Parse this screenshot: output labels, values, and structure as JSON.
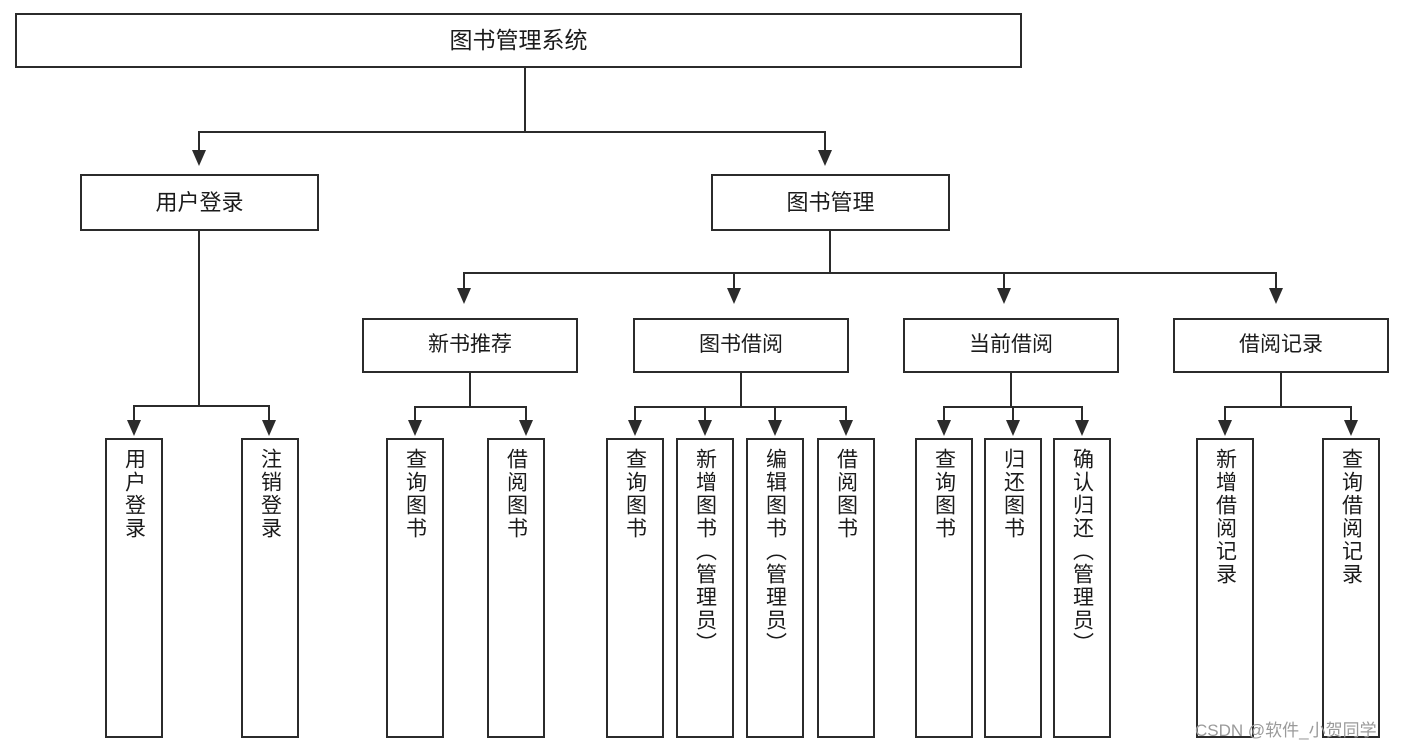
{
  "diagram": {
    "title": "图书管理系统",
    "type": "hierarchy-tree",
    "nodes": {
      "root": {
        "label": "图书管理系统"
      },
      "level2": [
        {
          "id": "user-login",
          "label": "用户登录"
        },
        {
          "id": "book-manage",
          "label": "图书管理"
        }
      ],
      "level3": [
        {
          "id": "new-book-recommend",
          "label": "新书推荐"
        },
        {
          "id": "book-borrow",
          "label": "图书借阅"
        },
        {
          "id": "current-borrow",
          "label": "当前借阅"
        },
        {
          "id": "borrow-record",
          "label": "借阅记录"
        }
      ],
      "leaves": [
        {
          "id": "leaf-user-login",
          "label": "用户登录",
          "parent": "user-login"
        },
        {
          "id": "leaf-logout",
          "label": "注销登录",
          "parent": "user-login"
        },
        {
          "id": "leaf-query-book-1",
          "label": "查询图书",
          "parent": "new-book-recommend"
        },
        {
          "id": "leaf-borrow-book-1",
          "label": "借阅图书",
          "parent": "new-book-recommend"
        },
        {
          "id": "leaf-query-book-2",
          "label": "查询图书",
          "parent": "book-borrow"
        },
        {
          "id": "leaf-add-book",
          "label": "新增图书（管理员）",
          "parent": "book-borrow"
        },
        {
          "id": "leaf-edit-book",
          "label": "编辑图书（管理员）",
          "parent": "book-borrow"
        },
        {
          "id": "leaf-borrow-book-2",
          "label": "借阅图书",
          "parent": "book-borrow"
        },
        {
          "id": "leaf-query-book-3",
          "label": "查询图书",
          "parent": "current-borrow"
        },
        {
          "id": "leaf-return-book",
          "label": "归还图书",
          "parent": "current-borrow"
        },
        {
          "id": "leaf-confirm-return",
          "label": "确认归还（管理员）",
          "parent": "current-borrow"
        },
        {
          "id": "leaf-add-record",
          "label": "新增借阅记录",
          "parent": "borrow-record"
        },
        {
          "id": "leaf-query-record",
          "label": "查询借阅记录",
          "parent": "borrow-record"
        }
      ]
    },
    "colors": {
      "stroke": "#2b2b2b",
      "fill": "#ffffff",
      "text": "#1b1b1b",
      "watermark": "#9a9a9a"
    }
  },
  "watermark": {
    "text": "CSDN @软件_小贺同学"
  }
}
